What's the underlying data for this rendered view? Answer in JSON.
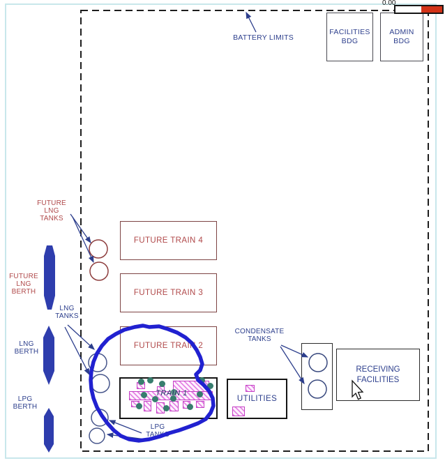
{
  "viewer": {
    "indicator_value": "0.00"
  },
  "labels": {
    "battery_limits": "BATTERY LIMITS",
    "future_lng_tanks": "FUTURE\nLNG\nTANKS",
    "future_lng_berth": "FUTURE\nLNG\nBERTH",
    "lng_tanks": "LNG\nTANKS",
    "lng_berth": "LNG\nBERTH",
    "lpg_berth": "LPG\nBERTH",
    "lpg_tanks": "LPG\nTANKS",
    "condensate_tanks": "CONDENSATE\nTANKS"
  },
  "boxes": {
    "facilities_bdg": "FACILITIES\nBDG",
    "admin_bdg": "ADMIN\nBDG",
    "future_train_4": "FUTURE TRAIN 4",
    "future_train_3": "FUTURE TRAIN 3",
    "future_train_2": "FUTURE TRAIN 2",
    "train_1": "TRAIN 1",
    "utilities": "UTILITIES",
    "receiving_facilities": "RECEIVING\nFACILITIES"
  },
  "colors": {
    "annotation_blue": "#2121d0",
    "berth_blue": "#2e3dad",
    "red_label": "#b0494a",
    "maroon_border": "#7d4343",
    "navy_label": "#2c3e8c",
    "magenta_equipment": "#c43fc4",
    "teal_dot": "#377d6e",
    "bar_red": "#d23318",
    "page_border": "#c8e7eb",
    "future_tank_circle": "#8d3c3c",
    "tank_circle": "#47568b"
  }
}
